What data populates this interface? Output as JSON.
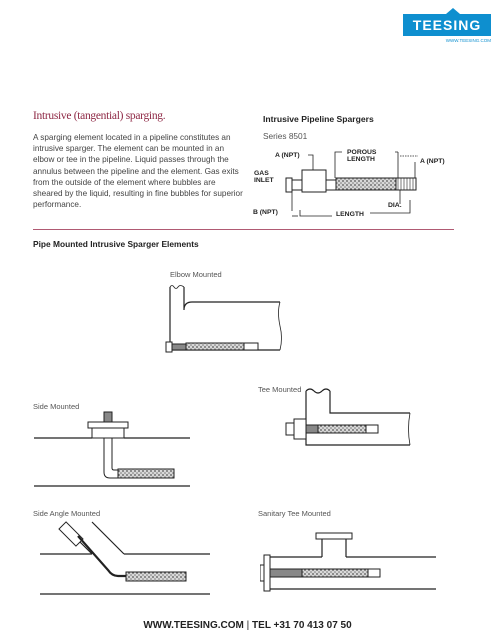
{
  "brand": {
    "logo_text": "TEESING",
    "url": "WWW.TEESING.COM"
  },
  "section": {
    "title": "Intrusive (tangential) sparging.",
    "body": "A sparging element located in a pipeline constitutes an intrusive sparger. The element can be mounted in an elbow or tee in the pipeline. Liquid passes through the annulus between the pipeline and the element. Gas exits from the outside of the element where bubbles are sheared by the liquid, resulting in fine bubbles for superior performance."
  },
  "spargers": {
    "title": "Intrusive Pipeline Spargers",
    "series": "Series 8501",
    "labels": {
      "a_npt_left": "A (NPT)",
      "porous": "POROUS",
      "length_word": "LENGTH",
      "a_npt_right": "A (NPT)",
      "gas": "GAS",
      "inlet": "INLET",
      "b_npt": "B (NPT)",
      "length": "LENGTH",
      "dia": "DIA."
    }
  },
  "elements": {
    "title": "Pipe Mounted Intrusive Sparger Elements",
    "elbow": "Elbow Mounted",
    "tee": "Tee Mounted",
    "side": "Side Mounted",
    "side_angle": "Side Angle Mounted",
    "sanitary_tee": "Sanitary Tee Mounted"
  },
  "footer": {
    "url": "WWW.TEESING.COM",
    "separator": "|",
    "tel": "TEL +31 70 413 07 50"
  },
  "colors": {
    "brand_blue": "#0e8fcf",
    "accent_maroon": "#8e2845"
  },
  "icons": [
    "teesing-logo"
  ]
}
